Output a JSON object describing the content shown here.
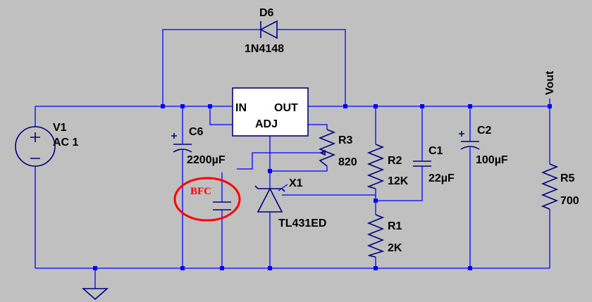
{
  "components": {
    "D6": {
      "ref": "D6",
      "value": "1N4148"
    },
    "V1": {
      "ref": "V1",
      "value": "AC 1"
    },
    "C6": {
      "ref": "C6",
      "value": "2200µF"
    },
    "R3": {
      "ref": "R3",
      "value": "820"
    },
    "R2": {
      "ref": "R2",
      "value": "12K"
    },
    "C1": {
      "ref": "C1",
      "value": "22µF"
    },
    "C2": {
      "ref": "C2",
      "value": "100µF"
    },
    "R5": {
      "ref": "R5",
      "value": "700"
    },
    "R1": {
      "ref": "R1",
      "value": "2K"
    },
    "X1": {
      "ref": "X1",
      "value": "TL431ED"
    }
  },
  "regulator": {
    "in_label": "IN",
    "out_label": "OUT",
    "adj_label": "ADJ"
  },
  "net_label": "Vout",
  "annotation": {
    "text": "BFC",
    "color": "#ff0000"
  },
  "colors": {
    "background": "#c0c0c0",
    "wire": "#0000ff",
    "component": "#000080",
    "regulator_fill": "#ffffff"
  }
}
